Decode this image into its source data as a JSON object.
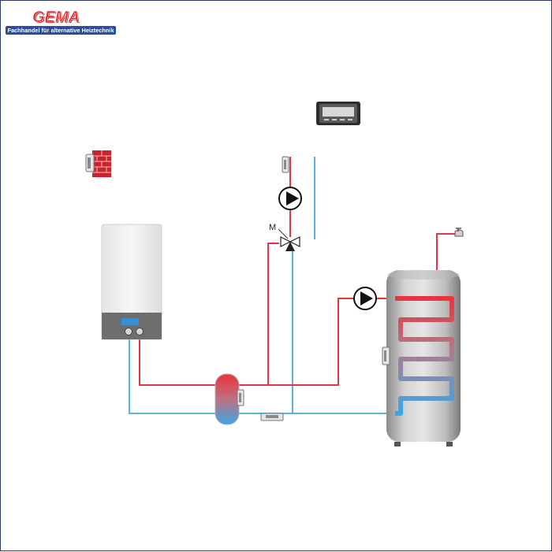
{
  "brand": {
    "name": "GEMA",
    "tagline": "Fachhandel für alternative Heiztechnik"
  },
  "labels": {
    "motor_valve": "M"
  },
  "colors": {
    "hot_pipe": "#e8343f",
    "cold_pipe": "#58b4e6",
    "brand_red": "#e8242f",
    "brand_blue": "#2a4d9c",
    "frame": "#2b3a67"
  },
  "icons": [
    "room-controller-icon",
    "outdoor-sensor-icon",
    "heating-circuit-sensor-icon",
    "circulation-pump-icon",
    "mixing-valve-icon",
    "gas-boiler-icon",
    "hydraulic-separator-icon",
    "dhw-cylinder-icon",
    "hot-water-tap-icon"
  ]
}
